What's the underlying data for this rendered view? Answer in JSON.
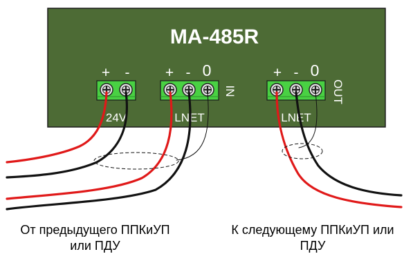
{
  "board": {
    "title": "MA-485R",
    "colors": {
      "board": "#4d6b35",
      "border": "#1a1a1a",
      "terminal": "#49d143",
      "wire_red": "#e01919",
      "wire_black": "#111111",
      "screw": "#e6e6e6"
    }
  },
  "blocks": [
    {
      "id": "power",
      "terms": [
        "+",
        "-"
      ],
      "label": "24V",
      "side_label": ""
    },
    {
      "id": "lnet-in",
      "terms": [
        "+",
        "-",
        "0"
      ],
      "label": "LNET",
      "side_label": "IN"
    },
    {
      "id": "lnet-out",
      "terms": [
        "+",
        "-",
        "0"
      ],
      "label": "LNET",
      "side_label": "OUT"
    }
  ],
  "captions": {
    "left_line1": "От предыдущего ППКиУП",
    "left_line2": "или ПДУ",
    "right_line1": "К следующему ППКиУП или",
    "right_line2": "ПДУ"
  }
}
